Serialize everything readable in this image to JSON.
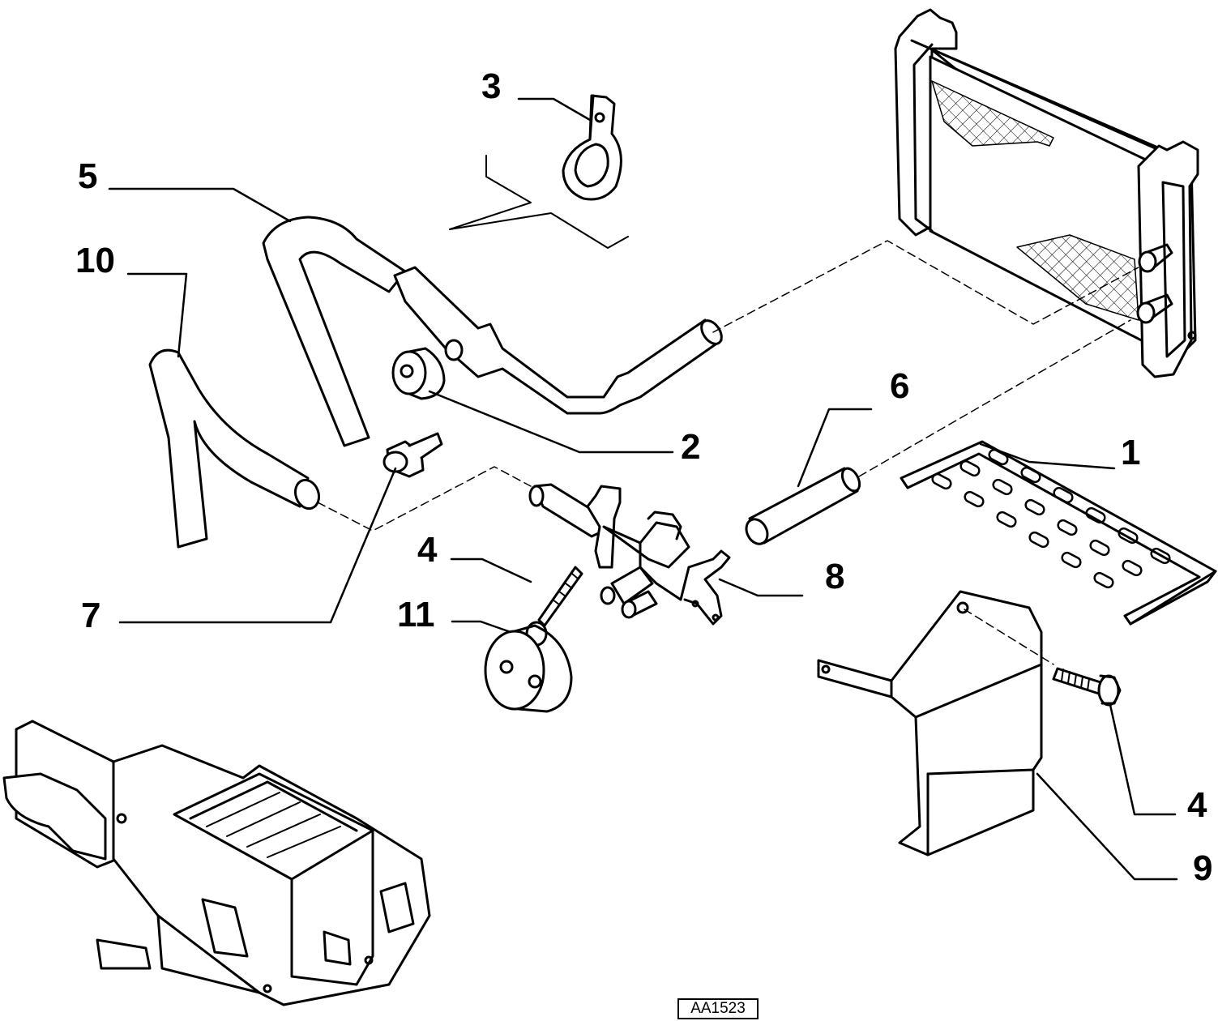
{
  "diagram": {
    "callouts": {
      "c1": "1",
      "c2": "2",
      "c3": "3",
      "c4a": "4",
      "c4b": "4",
      "c5": "5",
      "c6": "6",
      "c7": "7",
      "c8": "8",
      "c9": "9",
      "c10": "10",
      "c11": "11"
    },
    "reference_code": "AA1523"
  }
}
